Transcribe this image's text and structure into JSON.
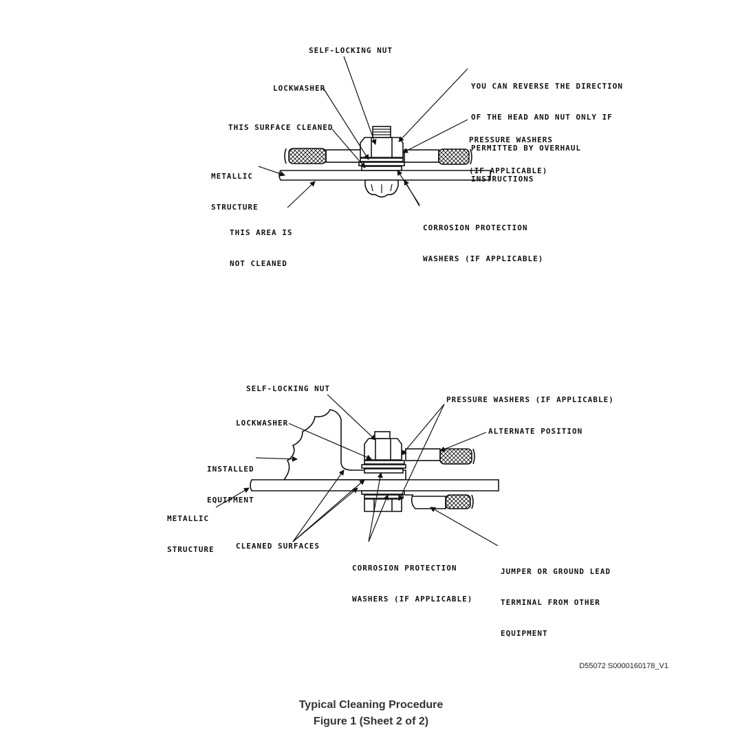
{
  "top_diagram": {
    "self_locking_nut": "SELF-LOCKING NUT",
    "reverse_note": [
      "YOU CAN REVERSE THE DIRECTION",
      "OF THE HEAD AND NUT ONLY IF",
      "PERMITTED BY OVERHAUL",
      "INSTRUCTIONS"
    ],
    "lockwasher": "LOCKWASHER",
    "surface_cleaned": "THIS SURFACE CLEANED",
    "pressure_washers": [
      "PRESSURE WASHERS",
      "(IF APPLICABLE)"
    ],
    "metallic_structure": [
      "METALLIC",
      "STRUCTURE"
    ],
    "area_not_cleaned": [
      "THIS AREA IS",
      "NOT CLEANED"
    ],
    "corrosion_washers": [
      "CORROSION PROTECTION",
      "WASHERS (IF APPLICABLE)"
    ]
  },
  "bottom_diagram": {
    "self_locking_nut": "SELF-LOCKING NUT",
    "pressure_washers": "PRESSURE WASHERS (IF APPLICABLE)",
    "lockwasher": "LOCKWASHER",
    "alternate_position": "ALTERNATE POSITION",
    "installed_equipment": [
      "INSTALLED",
      "EQUIPMENT"
    ],
    "metallic_structure": [
      "METALLIC",
      "STRUCTURE"
    ],
    "cleaned_surfaces": "CLEANED SURFACES",
    "corrosion_washers": [
      "CORROSION PROTECTION",
      "WASHERS (IF APPLICABLE)"
    ],
    "jumper_lead": [
      "JUMPER OR GROUND LEAD",
      "TERMINAL FROM OTHER",
      "EQUIPMENT"
    ]
  },
  "drawing_id": "D55072 S0000160178_V1",
  "caption": {
    "title": "Typical Cleaning Procedure",
    "subtitle": "Figure 1  (Sheet 2 of 2)"
  }
}
